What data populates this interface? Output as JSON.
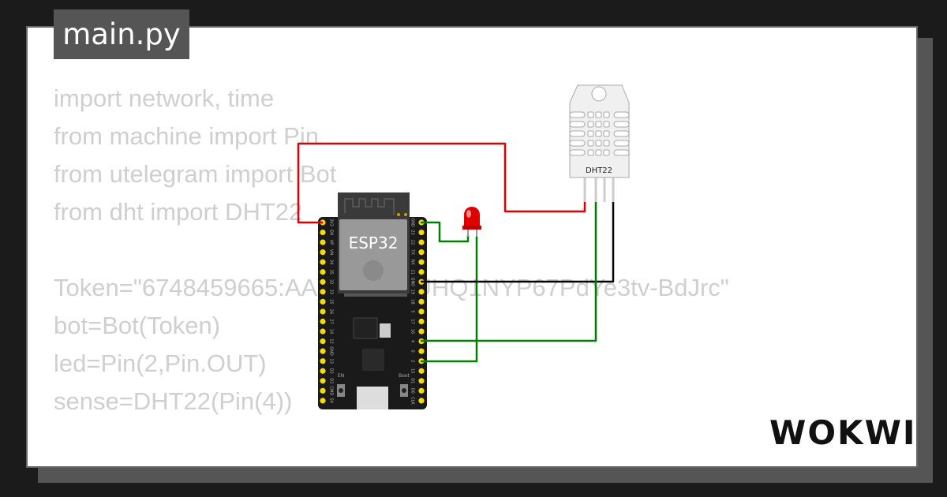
{
  "file_tab": {
    "title": "main.py"
  },
  "code": {
    "lines": [
      "import network, time",
      "from machine import Pin",
      "from utelegram import Bot",
      "from dht import DHT22",
      "",
      "Token=\"6748459665:AA...wwdo0UHQ1NYP67PdYe3tv-BdJrc\"",
      "bot=Bot(Token)",
      "led=Pin(2,Pin.OUT)",
      "sense=DHT22(Pin(4))"
    ]
  },
  "esp32": {
    "label": "ESP32",
    "left_pins": [
      "3V3",
      "EN",
      "VP",
      "VN",
      "34",
      "35",
      "32",
      "33",
      "25",
      "26",
      "27",
      "14",
      "12",
      "GND",
      "13",
      "D2",
      "D3",
      "CMD",
      "5V"
    ],
    "right_pins": [
      "GND",
      "23",
      "22",
      "TX",
      "RX",
      "21",
      "GND",
      "19",
      "18",
      "5",
      "17",
      "16",
      "4",
      "0",
      "2",
      "15",
      "D1",
      "D0",
      "CLK"
    ],
    "en_label": "EN",
    "boot_label": "Boot"
  },
  "dht22": {
    "label": "DHT22"
  },
  "wire_colors": {
    "power": "#e00000",
    "ground": "#000000",
    "signal": "#008000"
  },
  "led": {
    "color": "#e00000"
  },
  "logo": {
    "text": "WOKWI"
  }
}
